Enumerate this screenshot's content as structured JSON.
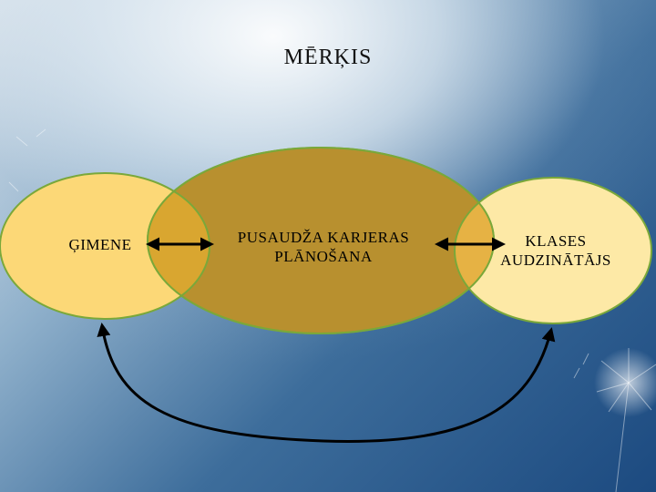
{
  "diagram": {
    "title": "MĒRĶIS",
    "nodes": [
      {
        "id": "family",
        "label": "ĢIMENE"
      },
      {
        "id": "student",
        "label_lines": [
          "PUSAUDŽA KARJERAS",
          "PLĀNOŠANA"
        ]
      },
      {
        "id": "teacher",
        "label_lines": [
          "KLASES",
          "AUDZINĀTĀJS"
        ]
      }
    ],
    "edges": [
      {
        "from": "family",
        "to": "student",
        "type": "double-arrow"
      },
      {
        "from": "student",
        "to": "teacher",
        "type": "double-arrow"
      },
      {
        "from": "family",
        "to": "teacher",
        "type": "double-arrow-curved"
      }
    ],
    "colors": {
      "side_ellipse_left": "#fcd877",
      "side_ellipse_right": "#fde9a6",
      "center_ellipse": "#b8902f",
      "overlap": "#d9a630",
      "outline": "#7aa83a",
      "arrow": "#000000"
    }
  }
}
